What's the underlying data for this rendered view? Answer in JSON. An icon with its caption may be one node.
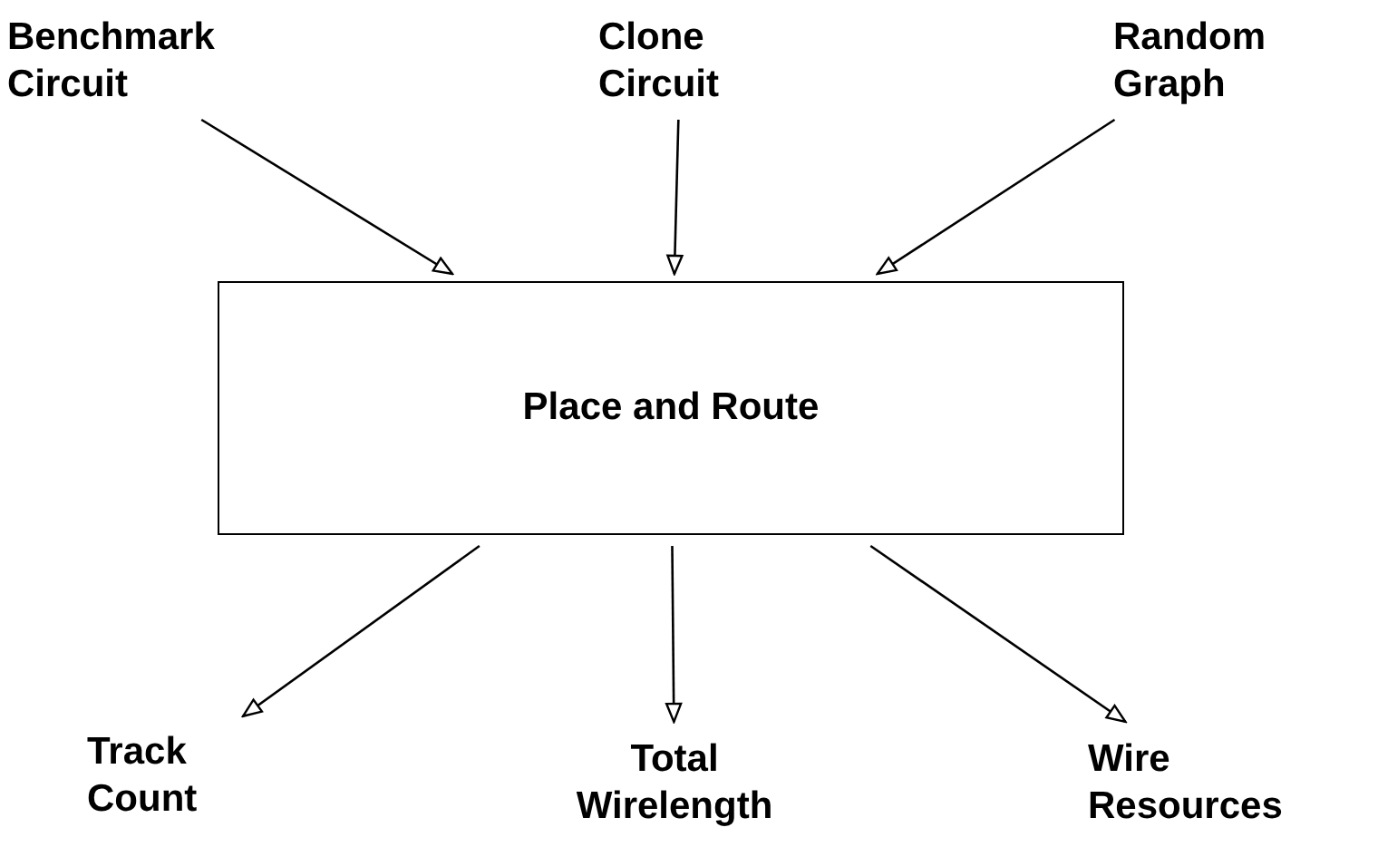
{
  "diagram": {
    "nodes": [
      {
        "text": [
          "Benchmark Circuit"
        ]
      },
      {
        "text": [
          "Clone Circuit"
        ]
      },
      {
        "text": [
          "Random Graph"
        ]
      },
      {
        "text": [
          "Place and Route"
        ]
      },
      {
        "text": [
          "Track Count"
        ]
      },
      {
        "text": [
          "Total Wirelength"
        ]
      },
      {
        "text": [
          "Wire Resources"
        ]
      }
    ],
    "edges": [
      {
        "from": 0,
        "to": 3,
        "arrow": "to"
      },
      {
        "from": 1,
        "to": 3,
        "arrow": "to"
      },
      {
        "from": 2,
        "to": 3,
        "arrow": "to"
      },
      {
        "from": 3,
        "to": 4,
        "arrow": "to"
      },
      {
        "from": 3,
        "to": 5,
        "arrow": "to"
      },
      {
        "from": 3,
        "to": 6,
        "arrow": "to"
      }
    ]
  }
}
